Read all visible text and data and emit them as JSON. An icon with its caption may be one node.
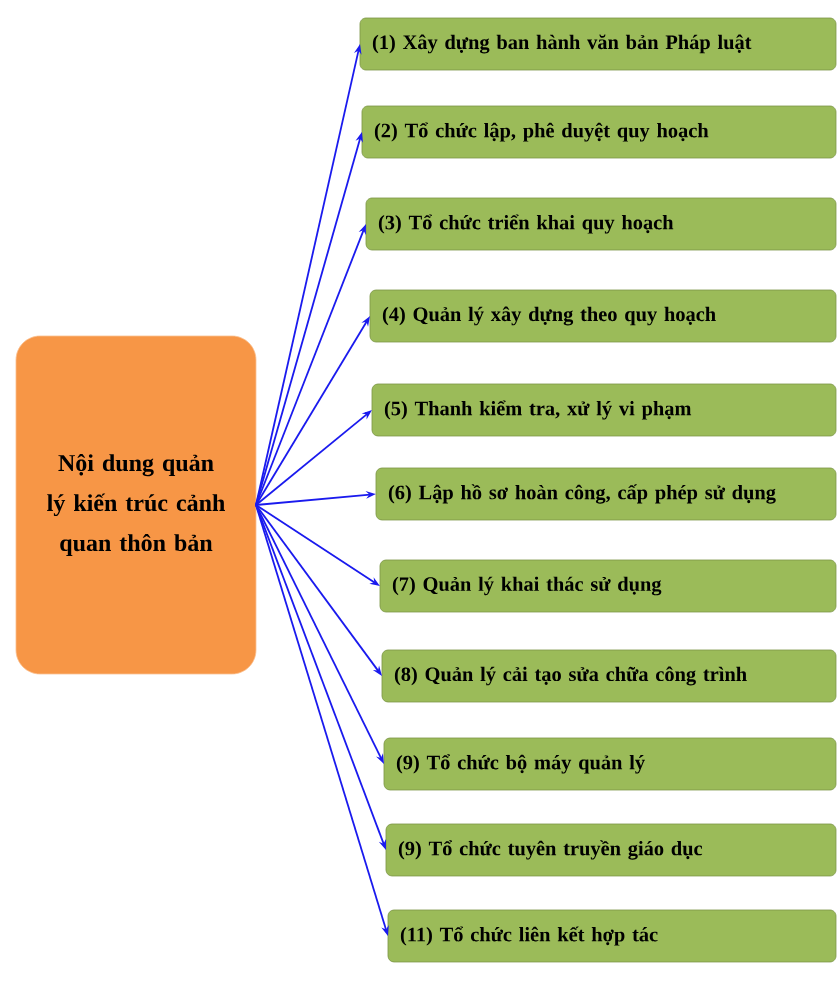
{
  "diagram": {
    "nodes": [
      {
        "text": [
          "Nội dung quản lý kiến trúc cảnh quan thôn bản"
        ]
      },
      {
        "text": [
          "(1) Xây dựng ban hành văn bản Pháp luật"
        ]
      },
      {
        "text": [
          "(2) Tổ chức lập, phê duyệt quy hoạch"
        ]
      },
      {
        "text": [
          "(3) Tổ chức triển khai quy hoạch"
        ]
      },
      {
        "text": [
          "(4) Quản lý xây dựng theo quy hoạch"
        ]
      },
      {
        "text": [
          "(5) Thanh kiểm tra, xử lý vi phạm"
        ]
      },
      {
        "text": [
          "(6) Lập hồ sơ hoàn công, cấp phép sử dụng"
        ]
      },
      {
        "text": [
          "(7) Quản lý khai thác sử dụng"
        ]
      },
      {
        "text": [
          "(8) Quản lý cải tạo sửa chữa công trình"
        ]
      },
      {
        "text": [
          "(9) Tổ chức bộ máy quản lý"
        ]
      },
      {
        "text": [
          "(9) Tổ chức tuyên truyền giáo dục"
        ]
      },
      {
        "text": [
          "(11) Tổ chức liên kết hợp tác"
        ]
      }
    ],
    "edges": [
      {
        "from": 0,
        "to": 1,
        "arrow": "to"
      },
      {
        "from": 0,
        "to": 2,
        "arrow": "to"
      },
      {
        "from": 0,
        "to": 3,
        "arrow": "to"
      },
      {
        "from": 0,
        "to": 4,
        "arrow": "to"
      },
      {
        "from": 0,
        "to": 5,
        "arrow": "to"
      },
      {
        "from": 0,
        "to": 6,
        "arrow": "to"
      },
      {
        "from": 0,
        "to": 7,
        "arrow": "to"
      },
      {
        "from": 0,
        "to": 8,
        "arrow": "to"
      },
      {
        "from": 0,
        "to": 9,
        "arrow": "to"
      },
      {
        "from": 0,
        "to": 10,
        "arrow": "to"
      },
      {
        "from": 0,
        "to": 11,
        "arrow": "to"
      }
    ]
  }
}
